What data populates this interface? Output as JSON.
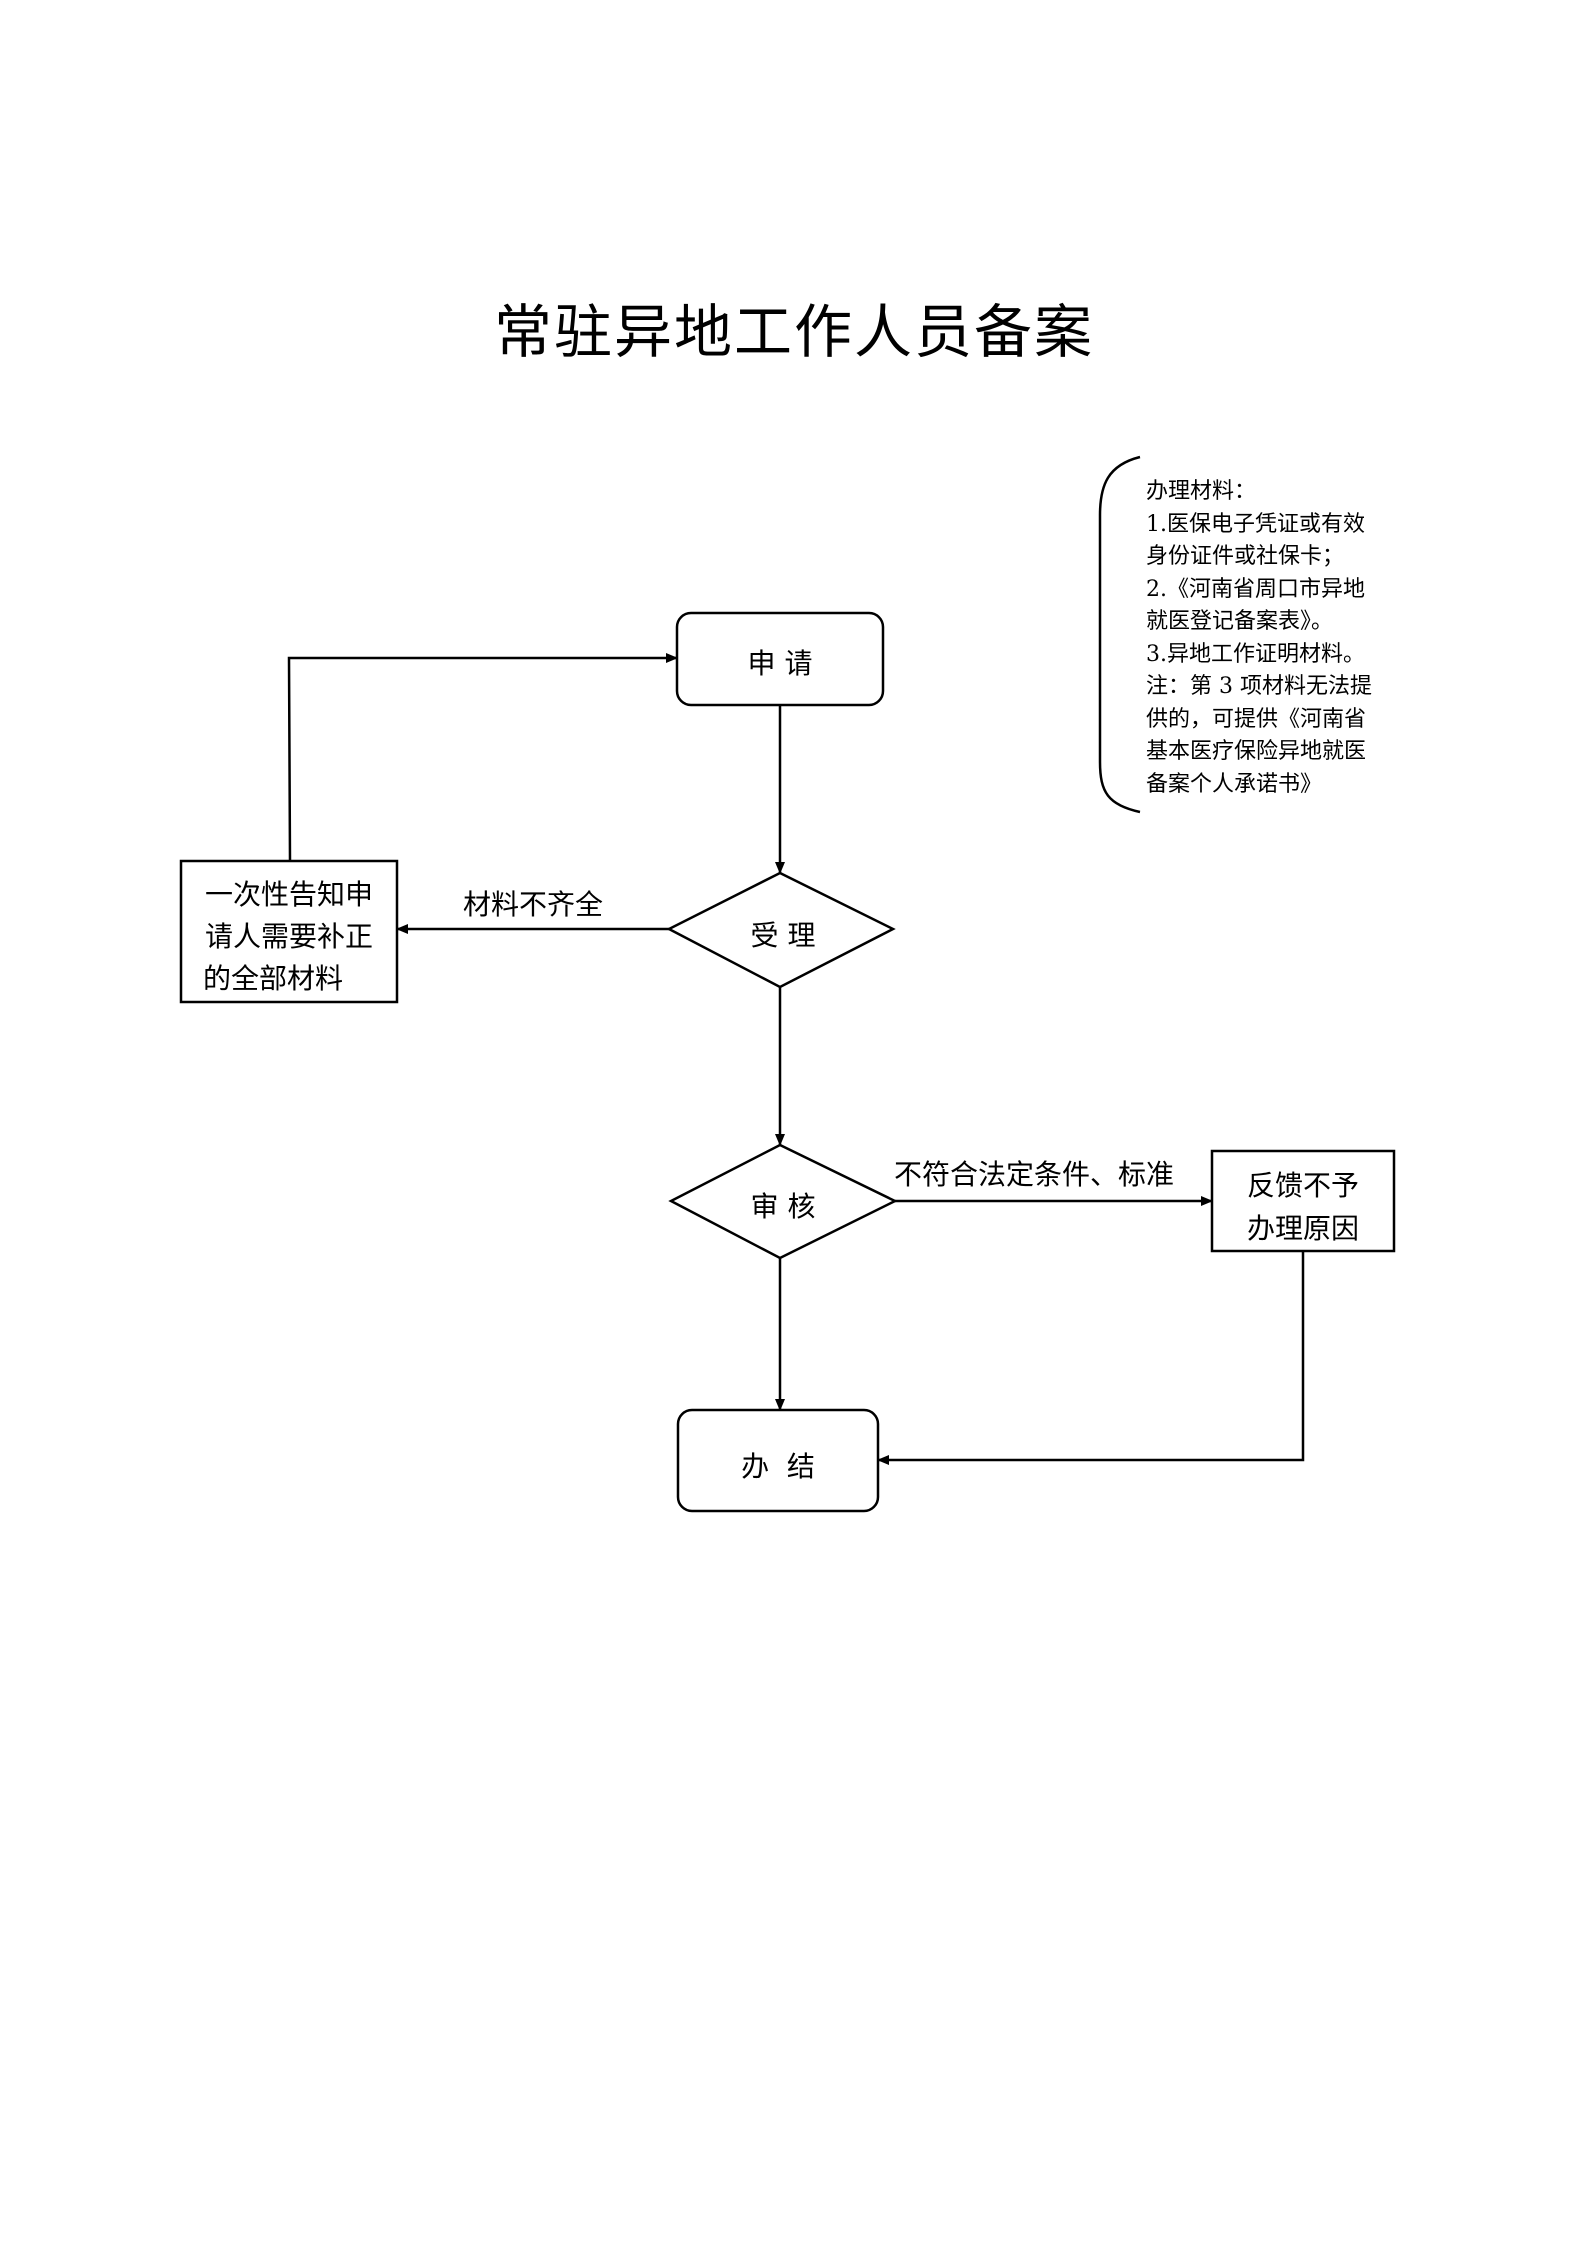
{
  "title": "常驻异地工作人员备案",
  "materials_note": {
    "lines": [
      "办理材料：",
      "1.医保电子凭证或有效",
      "身份证件或社保卡；",
      "2.《河南省周口市异地",
      "就医登记备案表》。",
      "3.异地工作证明材料。",
      "注：第 3 项材料无法提",
      "供的，可提供《河南省",
      "基本医疗保险异地就医",
      "备案个人承诺书》"
    ]
  },
  "nodes": {
    "apply": "申 请",
    "accept": "受 理",
    "review": "审 核",
    "complete": "办  结",
    "supplement": [
      "一次性告知申",
      "请人需要补正",
      "的全部材料"
    ],
    "feedback": [
      "反馈不予",
      "办理原因"
    ]
  },
  "edges": {
    "incomplete": "材料不齐全",
    "not_qualified": "不符合法定条件、标准"
  }
}
